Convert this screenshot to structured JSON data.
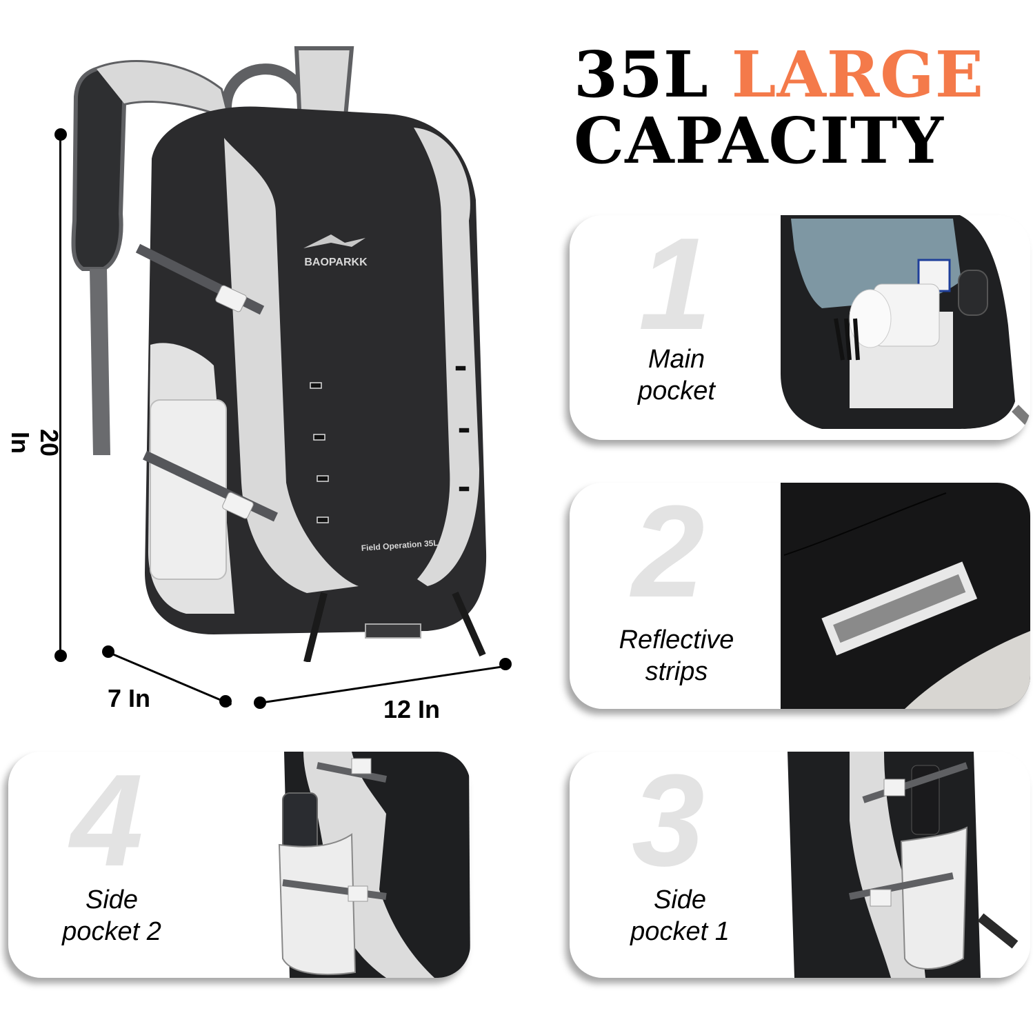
{
  "headline": {
    "line1_prefix": "35L",
    "line1_accent": "LARGE",
    "line2": "CAPACITY",
    "accent_color": "#f47a4a"
  },
  "product": {
    "brand": "BAOPARKK",
    "model_label": "Field Operation 35L",
    "colors": {
      "body": "#2b2b2d",
      "panel": "#d9d9d9",
      "webbing": "#5f6063"
    }
  },
  "dimensions": {
    "height": "20 In",
    "depth": "7 In",
    "width": "12 In"
  },
  "features": [
    {
      "number": "1",
      "caption_line1": "Main",
      "caption_line2": "pocket",
      "image": "open-main-compartment-photo"
    },
    {
      "number": "2",
      "caption_line1": "Reflective",
      "caption_line2": "strips",
      "image": "reflective-strip-closeup-photo"
    },
    {
      "number": "3",
      "caption_line1": "Side",
      "caption_line2": "pocket 1",
      "image": "side-pocket-umbrella-photo"
    },
    {
      "number": "4",
      "caption_line1": "Side",
      "caption_line2": "pocket 2",
      "image": "side-pocket-bottle-photo"
    }
  ]
}
